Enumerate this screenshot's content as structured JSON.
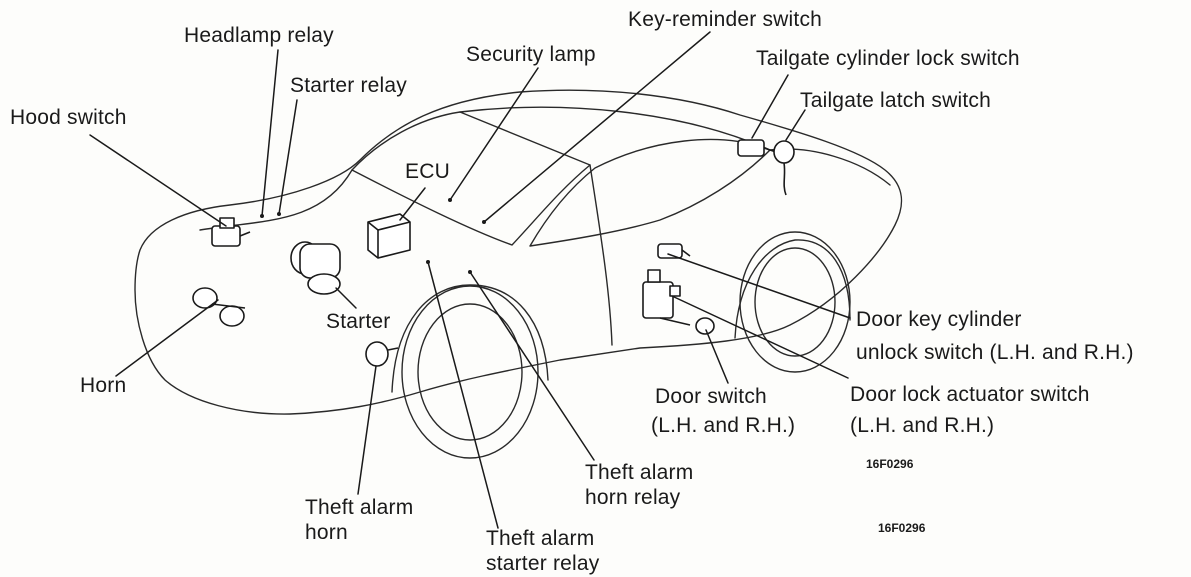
{
  "labels": {
    "headlamp_relay": "Headlamp relay",
    "starter_relay": "Starter  relay",
    "hood_switch": "Hood switch",
    "security_lamp": "Security lamp",
    "key_reminder_switch": "Key-reminder switch",
    "tailgate_cylinder_lock_switch": "Tailgate cylinder lock switch",
    "tailgate_latch_switch": "Tailgate latch switch",
    "ecu": "ECU",
    "starter": "Starter",
    "horn": "Horn",
    "door_key_cylinder_line1": "Door key cylinder",
    "door_key_cylinder_line2": "unlock switch (L.H. and R.H.)",
    "door_switch_line1": "Door switch",
    "door_switch_line2": "(L.H. and R.H.)",
    "door_lock_actuator_line1": "Door lock actuator switch",
    "door_lock_actuator_line2": "(L.H. and R.H.)",
    "theft_alarm_horn_line1": "Theft alarm",
    "theft_alarm_horn_line2": "horn",
    "theft_alarm_horn_relay_line1": "Theft alarm",
    "theft_alarm_horn_relay_line2": "horn relay",
    "theft_alarm_starter_relay_line1": "Theft alarm",
    "theft_alarm_starter_relay_line2": "starter relay"
  },
  "figure_codes": [
    "16F0296",
    "16F0296"
  ],
  "colors": {
    "ink": "#1a1a1a",
    "car_outline": "#2a2a2a",
    "paper": "#fdfdfb"
  }
}
